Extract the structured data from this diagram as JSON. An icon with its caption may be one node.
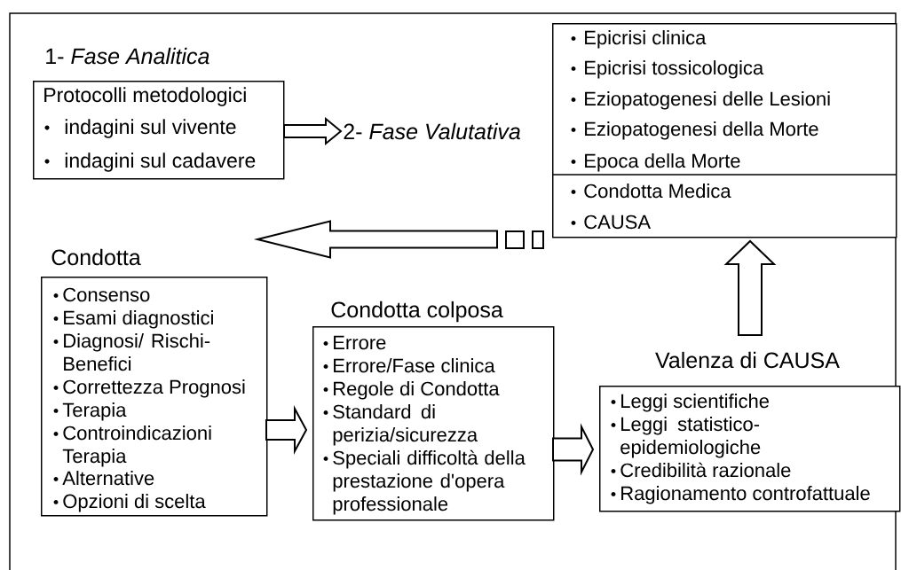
{
  "diagram": {
    "nodes": [
      {
        "text": [
          "1- *Fase Analitica*",
          "Protocolli metodologici",
          "indagini sul vivente",
          "indagini sul cadavere"
        ]
      },
      {
        "text": [
          "2- *Fase Valutativa*"
        ]
      },
      {
        "text": [
          "Epicrisi clinica",
          "Epicrisi tossicologica",
          "Eziopatogenesi delle Lesioni",
          "Eziopatogenesi della Morte",
          "Epoca della Morte",
          "Condotta Medica",
          "CAUSA"
        ]
      },
      {
        "text": [
          "Condotta",
          "Consenso",
          "Esami diagnostici",
          "Diagnosi/ Rischi- Benefici",
          "Correttezza Prognosi",
          "Terapia",
          "Controindicazioni Terapia",
          "Alternative",
          "Opzioni di scelta"
        ]
      },
      {
        "text": [
          "Condotta colposa",
          "Errore",
          "Errore/Fase clinica",
          "Regole di Condotta",
          "Standard di perizia/sicurezza",
          "Speciali difficoltà della prestazione d'opera professionale"
        ]
      },
      {
        "text": [
          "Valenza di CAUSA",
          "Leggi scientifiche",
          "Leggi statistico- epidemiologiche",
          "Credibilità razionale",
          "Ragionamento controfattuale"
        ]
      }
    ],
    "edges": [
      {
        "from": 0,
        "to": 1,
        "arrow": "to"
      },
      {
        "from": 2,
        "to": 3,
        "arrow": "to"
      },
      {
        "from": 3,
        "to": 4,
        "arrow": "to"
      },
      {
        "from": 4,
        "to": 5,
        "arrow": "to"
      },
      {
        "from": 5,
        "to": 2,
        "arrow": "to"
      }
    ]
  }
}
